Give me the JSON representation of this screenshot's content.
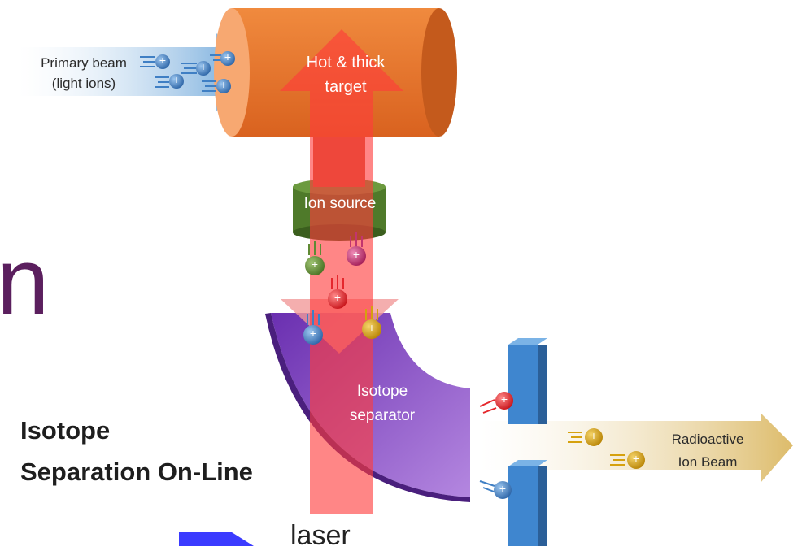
{
  "diagram": {
    "primary_beam": {
      "line1": "Primary beam",
      "line2": "(light ions)"
    },
    "target": {
      "line1": "Hot & thick",
      "line2": "target"
    },
    "ion_source": "Ion source",
    "separator": {
      "line1": "Isotope",
      "line2": "separator"
    },
    "radioactive_beam": {
      "line1": "Radioactive",
      "line2": "Ion Beam"
    },
    "laser_label": "laser",
    "partial_glyph": "n",
    "ion_symbol": "+"
  },
  "title": {
    "line1": "Isotope",
    "line2": "Separation On-Line"
  },
  "colors": {
    "target": "#e9732b",
    "ion_source": "#4f7a2a",
    "separator": "#8f4dc8",
    "laser": "#ff3b3b",
    "electrode": "#3f86cf",
    "primary_arrow": "#c9ddf1",
    "output_arrow": "#e7d08e",
    "ion_blue": "#3f7fc4",
    "ion_red": "#e5282d",
    "ion_yellow": "#d6a10e",
    "ion_green": "#5f8a34",
    "ion_magenta": "#c2356f",
    "accent_purple": "#5b1f5e"
  }
}
